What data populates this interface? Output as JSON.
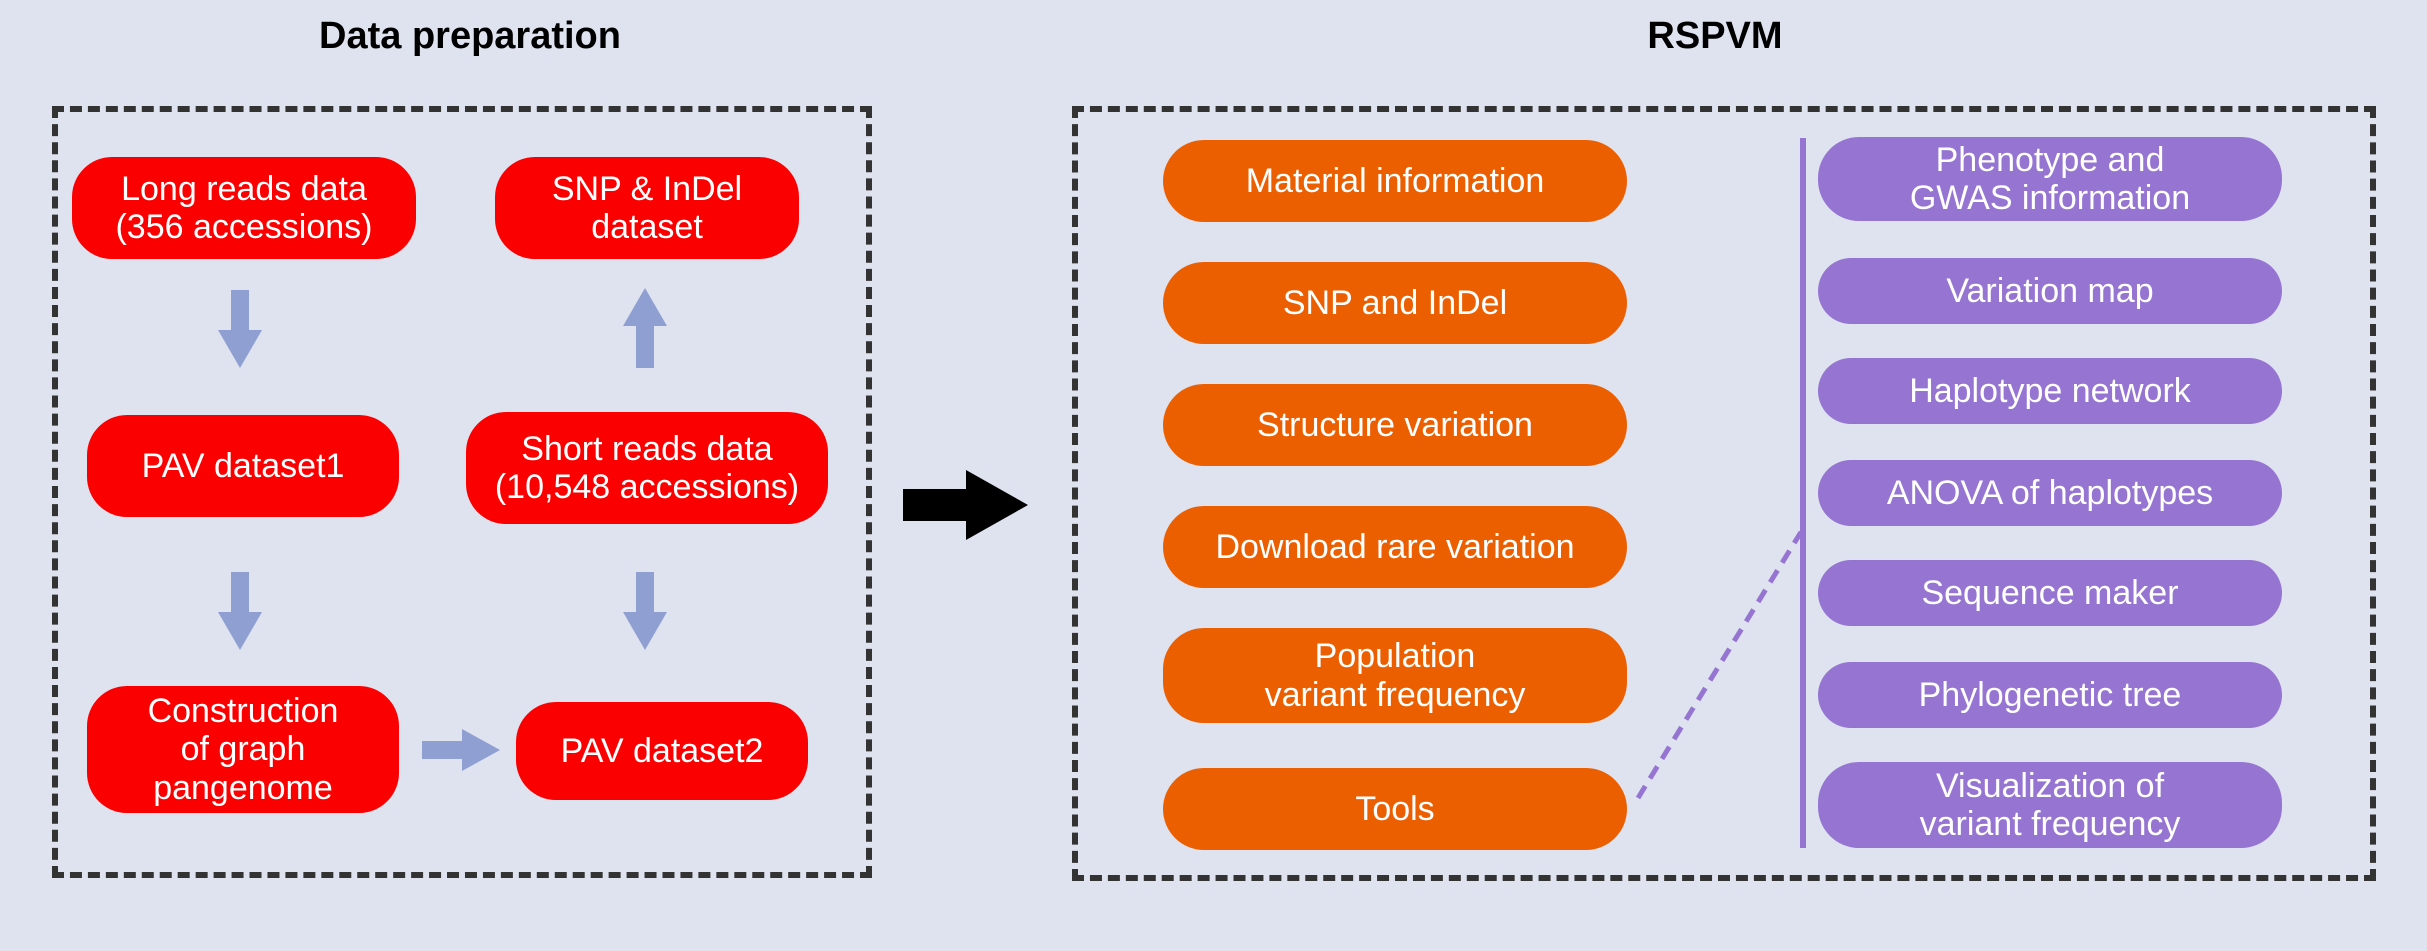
{
  "left_panel": {
    "title": "Data preparation",
    "nodes": {
      "long_reads": "Long reads data\n(356 accessions)",
      "snp_indel_dataset": "SNP & InDel\ndataset",
      "pav1": "PAV dataset1",
      "short_reads": "Short reads data\n(10,548 accessions)",
      "graph_pangenome": "Construction\nof graph\npangenome",
      "pav2": "PAV dataset2"
    }
  },
  "right_panel": {
    "title": "RSPVM",
    "modules": [
      "Material information",
      "SNP and InDel",
      "Structure variation",
      "Download rare variation",
      "Population\nvariant frequency",
      "Tools"
    ],
    "tools": [
      "Phenotype and\nGWAS information",
      "Variation map",
      "Haplotype network",
      "ANOVA of haplotypes",
      "Sequence maker",
      "Phylogenetic tree",
      "Visualization of\nvariant frequency"
    ]
  },
  "colors": {
    "background": "#dfe3f0",
    "data_nodes": "#fb0000",
    "modules": "#ec5f00",
    "tools": "#9574d2",
    "flow_arrows": "#8f9fd2",
    "main_arrow": "#000000",
    "frame": "#333333"
  }
}
